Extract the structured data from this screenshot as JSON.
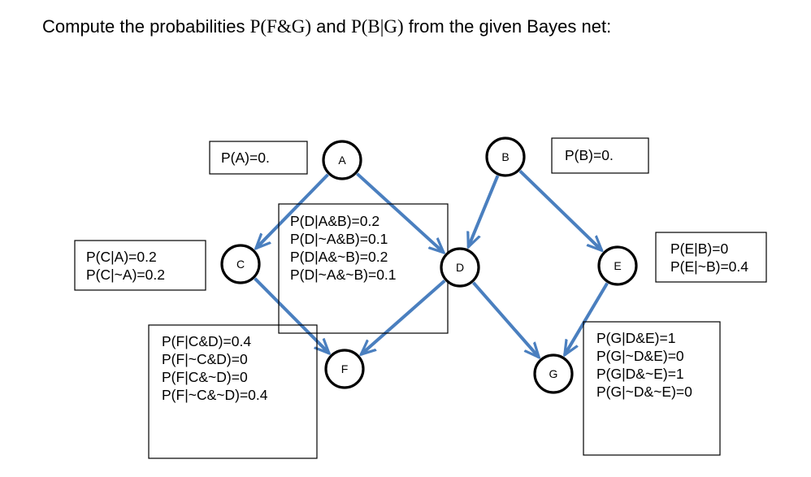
{
  "question": {
    "prefix": "Compute the probabilities ",
    "expr1": "P(F&G)",
    "middle": " and ",
    "expr2": "P(B|G)",
    "suffix": " from the given Bayes net:"
  },
  "colors": {
    "arrow": "#4a7fbf",
    "node_stroke": "#000000",
    "box_stroke": "#000000"
  },
  "nodes": [
    {
      "id": "A",
      "label": "A"
    },
    {
      "id": "B",
      "label": "B"
    },
    {
      "id": "C",
      "label": "C"
    },
    {
      "id": "D",
      "label": "D"
    },
    {
      "id": "E",
      "label": "E"
    },
    {
      "id": "F",
      "label": "F"
    },
    {
      "id": "G",
      "label": "G"
    }
  ],
  "edges": [
    {
      "from": "A",
      "to": "C"
    },
    {
      "from": "A",
      "to": "D"
    },
    {
      "from": "B",
      "to": "D"
    },
    {
      "from": "B",
      "to": "E"
    },
    {
      "from": "C",
      "to": "F"
    },
    {
      "from": "D",
      "to": "F"
    },
    {
      "from": "D",
      "to": "G"
    },
    {
      "from": "E",
      "to": "G"
    }
  ],
  "cpts": [
    {
      "id": "A",
      "lines": [
        "P(A)=0."
      ]
    },
    {
      "id": "B",
      "lines": [
        "P(B)=0."
      ]
    },
    {
      "id": "C",
      "lines": [
        "P(C|A)=0.2",
        "P(C|~A)=0.2"
      ]
    },
    {
      "id": "D",
      "lines": [
        "P(D|A&B)=0.2",
        "P(D|~A&B)=0.1",
        "P(D|A&~B)=0.2",
        "P(D|~A&~B)=0.1"
      ]
    },
    {
      "id": "E",
      "lines": [
        "P(E|B)=0",
        "P(E|~B)=0.4"
      ]
    },
    {
      "id": "F",
      "lines": [
        "P(F|C&D)=0.4",
        "P(F|~C&D)=0",
        "P(F|C&~D)=0",
        "P(F|~C&~D)=0.4"
      ]
    },
    {
      "id": "G",
      "lines": [
        "P(G|D&E)=1",
        "P(G|~D&E)=0",
        "P(G|D&~E)=1",
        "P(G|~D&~E)=0"
      ]
    }
  ]
}
